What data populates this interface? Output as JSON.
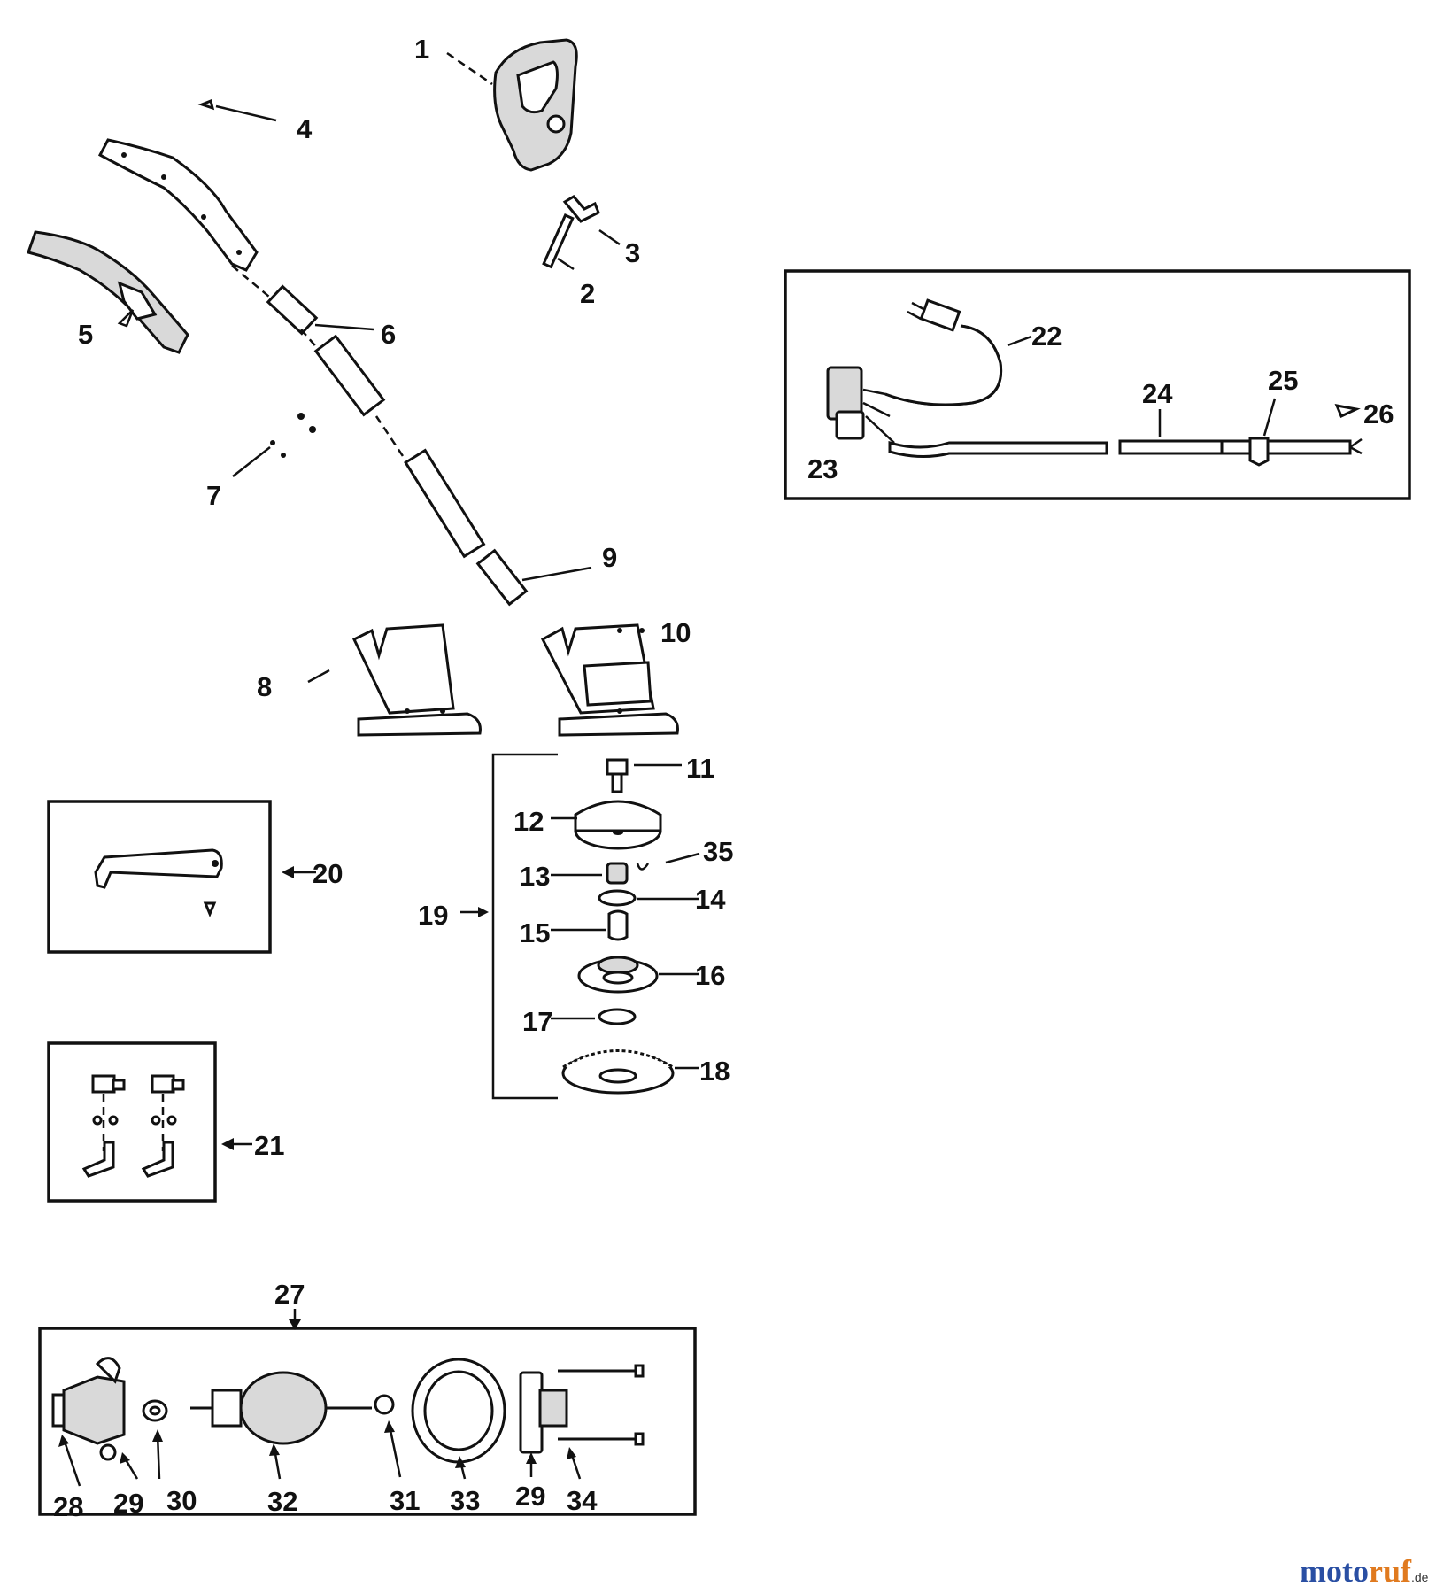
{
  "part_numbers": [
    "1",
    "2",
    "3",
    "4",
    "5",
    "6",
    "7",
    "8",
    "9",
    "10",
    "11",
    "12",
    "13",
    "14",
    "15",
    "16",
    "17",
    "18",
    "19",
    "20",
    "21",
    "22",
    "23",
    "24",
    "25",
    "26",
    "27",
    "28",
    "29",
    "29",
    "30",
    "31",
    "32",
    "33",
    "34",
    "35"
  ],
  "watermark": {
    "brand_a": "moto",
    "brand_b": "ruf",
    "tld": ".de"
  }
}
